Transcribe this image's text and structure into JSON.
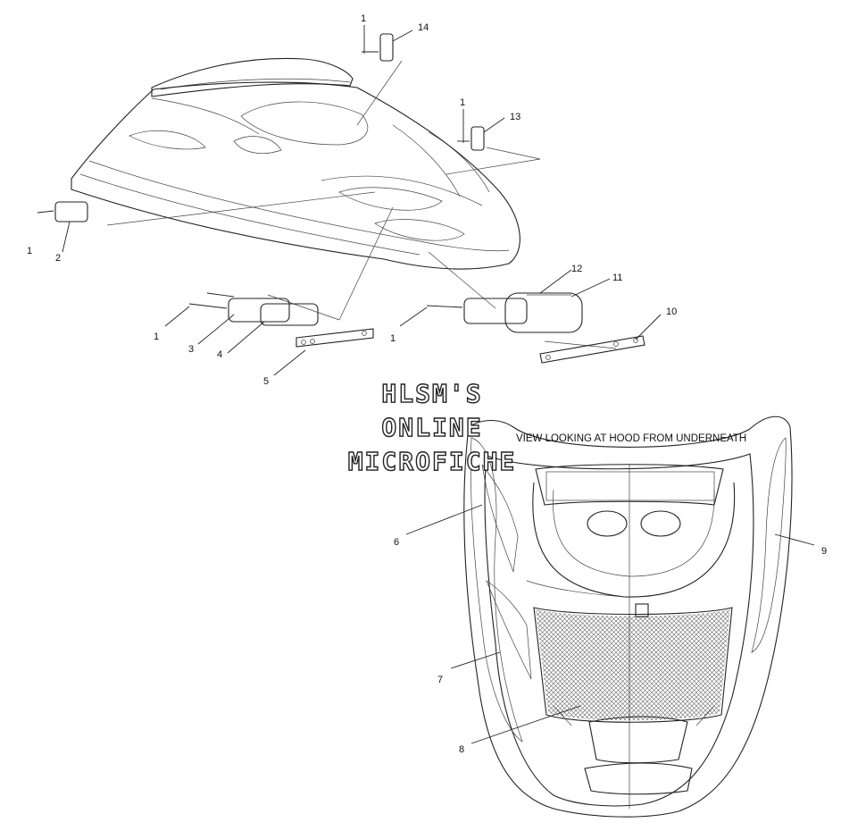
{
  "caption": "VIEW LOOKING AT HOOD FROM UNDERNEATH",
  "watermark": {
    "line1": "HLSM'S",
    "line2": "ONLINE",
    "line3": "MICROFICHE"
  },
  "callouts": {
    "c1a": "1",
    "c14": "14",
    "c1b": "1",
    "c13": "13",
    "c1c": "1",
    "c2": "2",
    "c12": "12",
    "c11": "11",
    "c10": "10",
    "c1d": "1",
    "c3": "3",
    "c4": "4",
    "c5": "5",
    "c1e": "1",
    "c6": "6",
    "c9": "9",
    "c7": "7",
    "c8": "8"
  }
}
